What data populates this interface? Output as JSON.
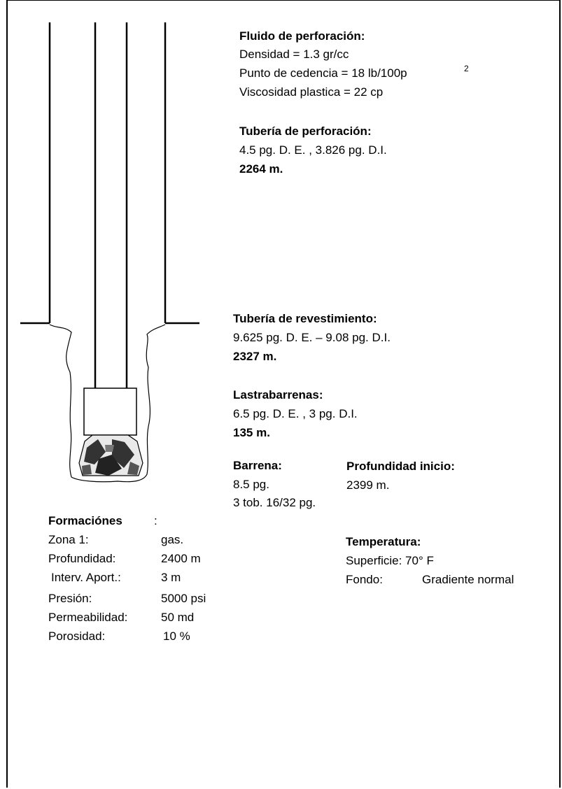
{
  "fluido": {
    "title": "Fluido de perforación:",
    "densidad": "Densidad = 1.3 gr/cc",
    "cedencia": "Punto de cedencia = 18 lb/100p",
    "cedencia_sup": "2",
    "viscosidad": "Viscosidad plastica = 22 cp"
  },
  "tuberia_perf": {
    "title": "Tubería de perforación:",
    "dims": "4.5 pg. D. E. , 3.826 pg. D.I.",
    "length": "2264 m."
  },
  "tuberia_rev": {
    "title": "Tubería de revestimiento:",
    "dims": "9.625 pg. D. E. – 9.08 pg. D.I.",
    "length": "2327 m."
  },
  "lastrabarrenas": {
    "title": "Lastrabarrenas:",
    "dims": "6.5 pg. D. E. , 3 pg. D.I.",
    "length": "135 m."
  },
  "barrena": {
    "title": "Barrena:",
    "size": "8.5 pg.",
    "toberas": "3 tob. 16/32 pg."
  },
  "profundidad_inicio": {
    "title": "Profundidad inicio:",
    "value": "2399 m."
  },
  "formaciones": {
    "title": "Formaciónes",
    "colon": ":",
    "rows": [
      {
        "label": "Zona 1:",
        "value": "gas."
      },
      {
        "label": "Profundidad:",
        "value": "2400 m"
      },
      {
        "label": "Interv. Aport.:",
        "value": "3 m"
      },
      {
        "label": "Presión:",
        "value": "5000 psi"
      },
      {
        "label": "Permeabilidad:",
        "value": "50 md"
      },
      {
        "label": "Porosidad:",
        "value": "10 %"
      }
    ]
  },
  "temperatura": {
    "title": "Temperatura:",
    "superficie": "Superficie: 70° F",
    "fondo_label": "Fondo:",
    "fondo_value": "Gradiente normal"
  }
}
